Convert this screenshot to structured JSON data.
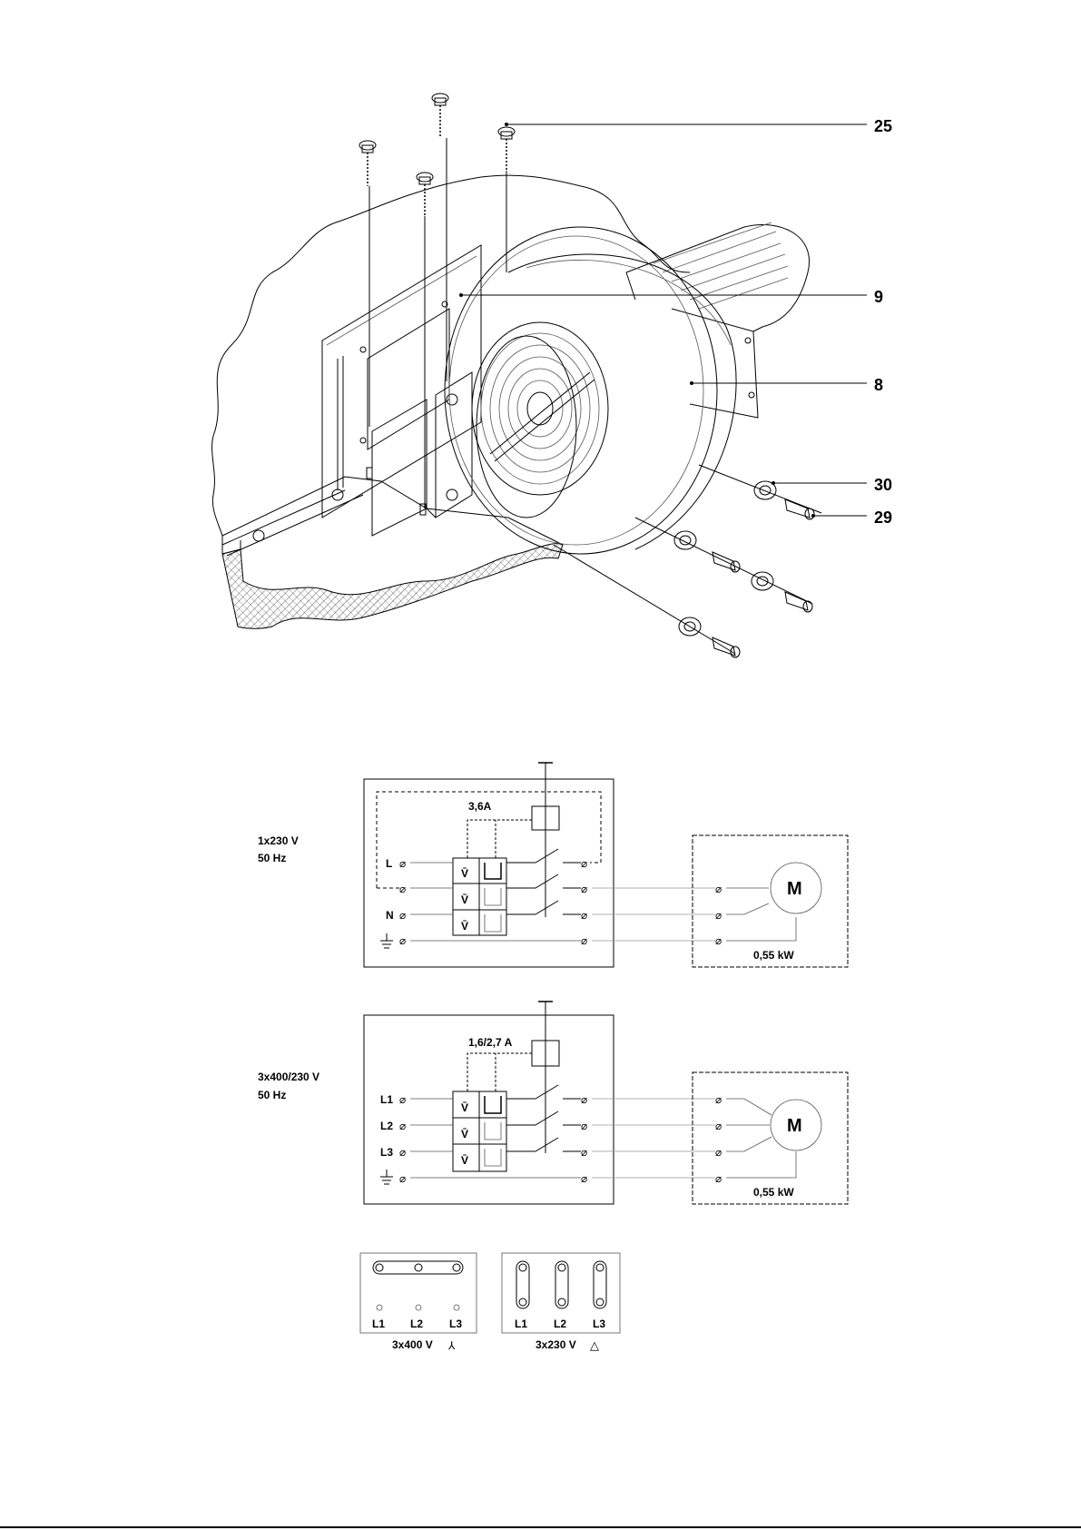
{
  "exploded_view": {
    "callouts": [
      {
        "id": "callout-25",
        "text": "25"
      },
      {
        "id": "callout-9",
        "text": "9"
      },
      {
        "id": "callout-8",
        "text": "8"
      },
      {
        "id": "callout-30",
        "text": "30"
      },
      {
        "id": "callout-29",
        "text": "29"
      }
    ]
  },
  "wiring_single_phase": {
    "supply_line1": "1x230 V",
    "supply_line2": "50 Hz",
    "breaker_rating": "3,6A",
    "terminals": [
      "L",
      "N"
    ],
    "motor_symbol": "M",
    "motor_power": "0,55 kW"
  },
  "wiring_three_phase": {
    "supply_line1": "3x400/230 V",
    "supply_line2": "50 Hz",
    "breaker_rating": "1,6/2,7 A",
    "terminals": [
      "L1",
      "L2",
      "L3"
    ],
    "motor_symbol": "M",
    "motor_power": "0,55 kW"
  },
  "terminal_boards": [
    {
      "labels": [
        "L1",
        "L2",
        "L3"
      ],
      "caption": "3x400 V",
      "connection_symbol": "⅄"
    },
    {
      "labels": [
        "L1",
        "L2",
        "L3"
      ],
      "caption": "3x230 V",
      "connection_symbol": "△"
    }
  ]
}
